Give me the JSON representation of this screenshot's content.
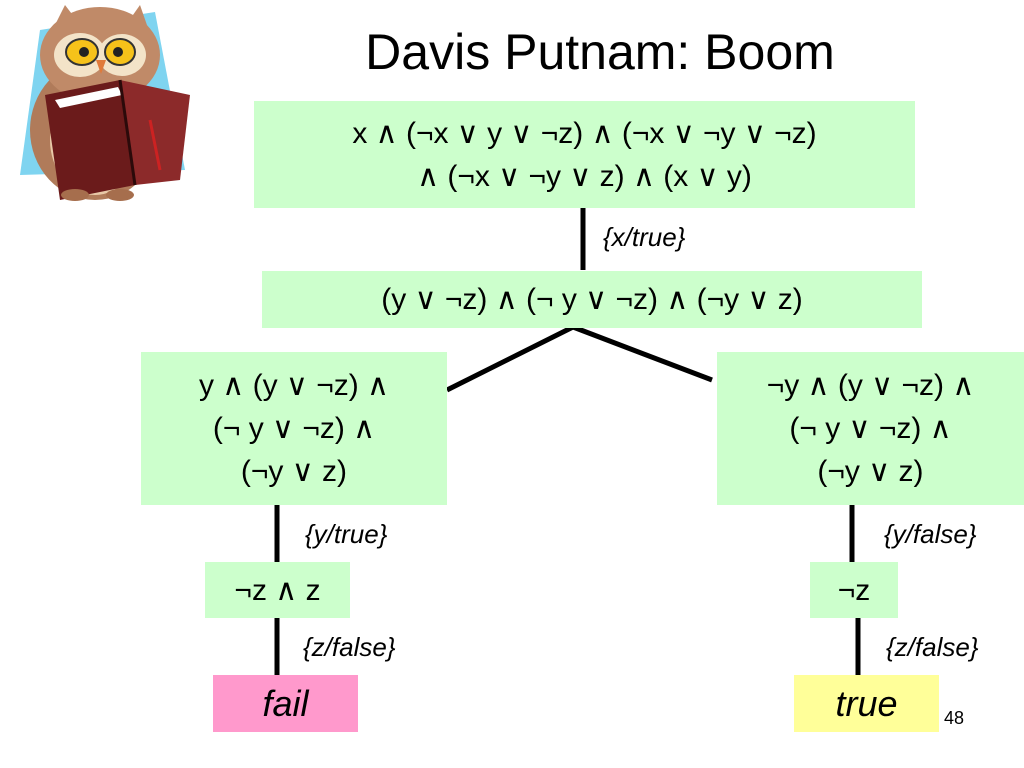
{
  "title": "Davis Putnam: Boom",
  "nodes": {
    "root": {
      "line1": "x ∧ (¬x ∨ y ∨ ¬z) ∧ (¬x ∨ ¬y ∨ ¬z)",
      "line2": "∧ (¬x ∨ ¬y ∨ z) ∧ (x ∨ y)"
    },
    "level1": {
      "line1": "(y ∨ ¬z) ∧ (¬ y ∨ ¬z)  ∧ (¬y ∨ z)"
    },
    "left": {
      "line1": "y ∧ (y ∨ ¬z) ∧",
      "line2": "(¬ y ∨ ¬z)  ∧",
      "line3": "(¬y ∨ z)"
    },
    "right": {
      "line1": "¬y ∧ (y ∨ ¬z) ∧",
      "line2": "(¬ y ∨ ¬z)  ∧",
      "line3": "(¬y ∨ z)"
    },
    "left_child": {
      "line1": "¬z ∧ z"
    },
    "right_child": {
      "line1": "¬z"
    },
    "fail": {
      "label": "fail"
    },
    "true": {
      "label": "true"
    }
  },
  "substitutions": {
    "x_true": "{x/true}",
    "y_true": "{y/true}",
    "y_false": "{y/false}",
    "z_false_left": "{z/false}",
    "z_false_right": "{z/false}"
  },
  "page_number": "48",
  "colors": {
    "node_fill": "#ccffcc",
    "fail_fill": "#ff99cc",
    "true_fill": "#ffff99",
    "edge": "#000000"
  },
  "icons": {
    "clipart": "owl-reading-book-icon"
  }
}
